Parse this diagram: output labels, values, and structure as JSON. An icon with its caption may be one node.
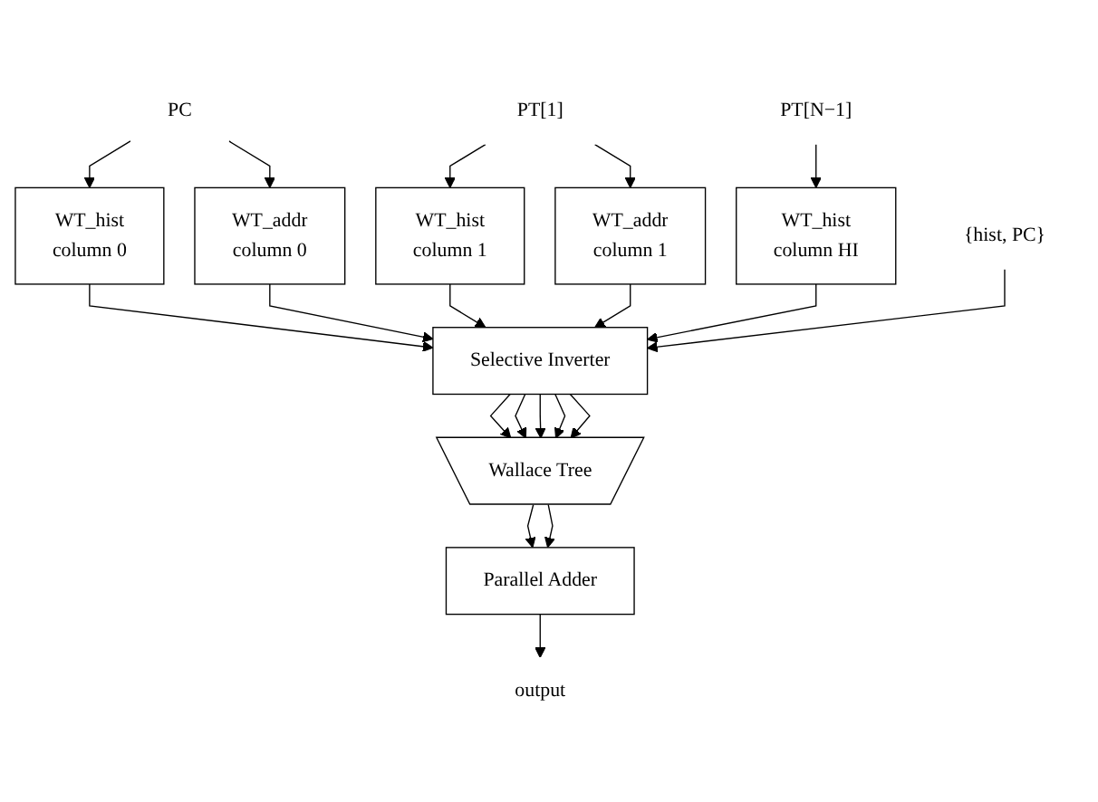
{
  "diagram": {
    "nodes": [
      {
        "text": [
          "PC"
        ]
      },
      {
        "text": [
          "PT[1]"
        ]
      },
      {
        "text": [
          "PT[N−1]"
        ]
      },
      {
        "text": [
          "WT_hist",
          "column 0"
        ]
      },
      {
        "text": [
          "WT_addr",
          "column 0"
        ]
      },
      {
        "text": [
          "WT_hist",
          "column 1"
        ]
      },
      {
        "text": [
          "WT_addr",
          "column 1"
        ]
      },
      {
        "text": [
          "WT_hist",
          "column HI"
        ]
      },
      {
        "text": [
          "{hist, PC}"
        ]
      },
      {
        "text": [
          "Selective Inverter"
        ]
      },
      {
        "text": [
          "Wallace Tree"
        ]
      },
      {
        "text": [
          "Parallel Adder"
        ]
      },
      {
        "text": [
          "output"
        ]
      }
    ],
    "edges": [
      {
        "from": 0,
        "to": 3,
        "arrow": "to"
      },
      {
        "from": 0,
        "to": 4,
        "arrow": "to"
      },
      {
        "from": 1,
        "to": 5,
        "arrow": "to"
      },
      {
        "from": 1,
        "to": 6,
        "arrow": "to"
      },
      {
        "from": 2,
        "to": 7,
        "arrow": "to"
      },
      {
        "from": 3,
        "to": 9,
        "arrow": "to"
      },
      {
        "from": 4,
        "to": 9,
        "arrow": "to"
      },
      {
        "from": 5,
        "to": 9,
        "arrow": "to"
      },
      {
        "from": 6,
        "to": 9,
        "arrow": "to"
      },
      {
        "from": 7,
        "to": 9,
        "arrow": "to"
      },
      {
        "from": 8,
        "to": 9,
        "arrow": "to"
      },
      {
        "from": 9,
        "to": 10,
        "arrow": "to"
      },
      {
        "from": 9,
        "to": 10,
        "arrow": "to"
      },
      {
        "from": 9,
        "to": 10,
        "arrow": "to"
      },
      {
        "from": 9,
        "to": 10,
        "arrow": "to"
      },
      {
        "from": 9,
        "to": 10,
        "arrow": "to"
      },
      {
        "from": 10,
        "to": 11,
        "arrow": "to"
      },
      {
        "from": 10,
        "to": 11,
        "arrow": "to"
      },
      {
        "from": 11,
        "to": 12,
        "arrow": "to"
      }
    ]
  }
}
